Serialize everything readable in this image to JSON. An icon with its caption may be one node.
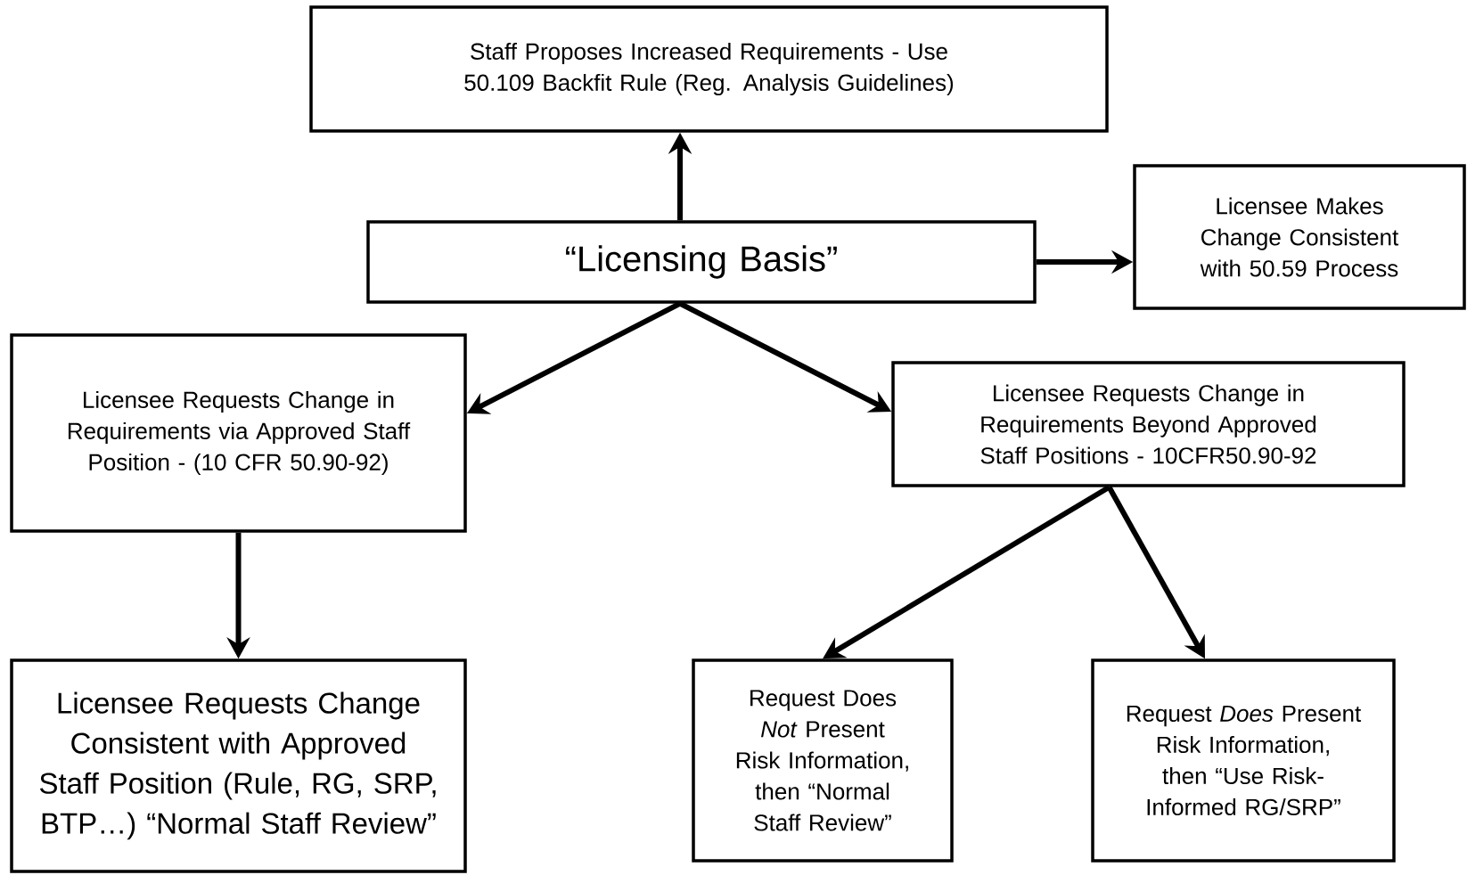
{
  "diagram": {
    "nodes": [
      {
        "text": [
          "Staff Proposes Increased Requirements - Use 50.109 Backfit Rule (Reg. Analysis Guidelines)"
        ]
      },
      {
        "text": [
          "“Licensing Basis”"
        ]
      },
      {
        "text": [
          "Licensee Makes Change Consistent with 50.59 Process"
        ]
      },
      {
        "text": [
          "Licensee Requests Change in Requirements via Approved Staff Position - (10 CFR 50.90-92)"
        ]
      },
      {
        "text": [
          "Licensee Requests Change in Requirements Beyond Approved Staff Positions - 10CFR50.90-92"
        ]
      },
      {
        "text": [
          "Licensee Requests Change Consistent with Approved Staff Position (Rule, RG, SRP, BTP…) “Normal Staff Review”"
        ]
      },
      {
        "text": [
          "Request Does *Not* Present Risk Information, then “Normal Staff Review”"
        ]
      },
      {
        "text": [
          "Request *Does* Present Risk Information, then “Use Risk-Informed RG/SRP”"
        ]
      }
    ],
    "edges": [
      {
        "from": 1,
        "to": 0,
        "arrow": "to"
      },
      {
        "from": 1,
        "to": 2,
        "arrow": "to"
      },
      {
        "from": 1,
        "to": 3,
        "arrow": "to"
      },
      {
        "from": 1,
        "to": 4,
        "arrow": "to"
      },
      {
        "from": 3,
        "to": 5,
        "arrow": "to"
      },
      {
        "from": 4,
        "to": 6,
        "arrow": "to"
      },
      {
        "from": 4,
        "to": 7,
        "arrow": "to"
      }
    ]
  }
}
